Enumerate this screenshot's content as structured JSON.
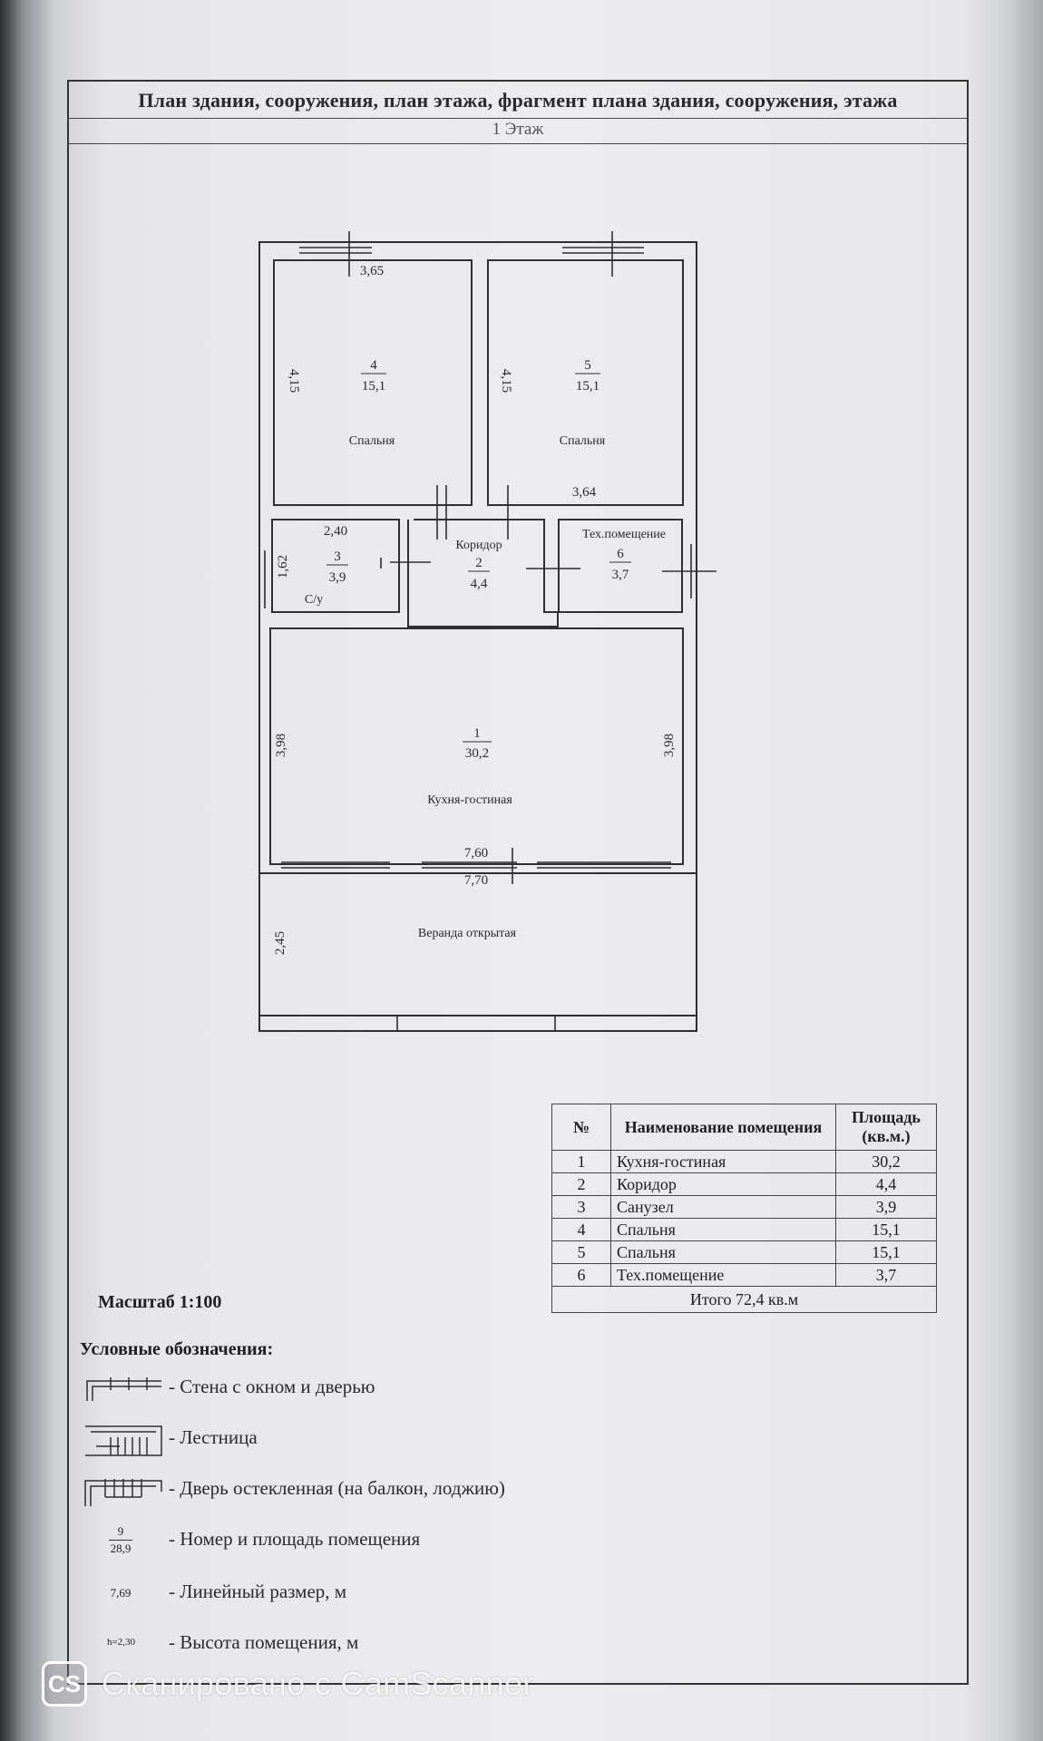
{
  "header": {
    "title": "План здания, сооружения, план этажа, фрагмент плана здания, сооружения, этажа",
    "subtitle": "1 Этаж"
  },
  "plan": {
    "rooms": [
      {
        "number": "4",
        "area": "15,1",
        "name": "Спальня"
      },
      {
        "number": "5",
        "area": "15,1",
        "name": "Спальня"
      },
      {
        "number": "3",
        "area": "3,9",
        "name": "С/у"
      },
      {
        "number": "2",
        "area": "4,4",
        "name": "Коридор"
      },
      {
        "number": "6",
        "area": "3,7",
        "name": "Тех.помещение"
      },
      {
        "number": "1",
        "area": "30,2",
        "name": "Кухня-гостиная"
      }
    ],
    "veranda": "Веранда открытая",
    "dimensions": {
      "bed4_width": "3,65",
      "bed4_height": "4,15",
      "bed5_height": "4,15",
      "bed5_width": "3,64",
      "wc_width": "2,40",
      "wc_height": "1,62",
      "living_left": "3,98",
      "living_right": "3,98",
      "living_width": "7,60",
      "outer_width": "7,70",
      "veranda_height": "2,45"
    }
  },
  "table": {
    "headers": {
      "num": "№",
      "name": "Наименование помещения",
      "area": "Площадь (кв.м.)"
    },
    "rows": [
      {
        "num": "1",
        "name": "Кухня-гостиная",
        "area": "30,2"
      },
      {
        "num": "2",
        "name": "Коридор",
        "area": "4,4"
      },
      {
        "num": "3",
        "name": "Санузел",
        "area": "3,9"
      },
      {
        "num": "4",
        "name": "Спальня",
        "area": "15,1"
      },
      {
        "num": "5",
        "name": "Спальня",
        "area": "15,1"
      },
      {
        "num": "6",
        "name": "Тех.помещение",
        "area": "3,7"
      }
    ],
    "total": "Итого 72,4 кв.м"
  },
  "legend": {
    "scale": "Масштаб 1:100",
    "title": "Условные обозначения:",
    "items": [
      {
        "text": "- Стена с окном и дверью",
        "icon": "wall-window-door-icon"
      },
      {
        "text": "- Лестница",
        "icon": "stairs-icon"
      },
      {
        "text": "- Дверь остекленная (на балкон, лоджию)",
        "icon": "glazed-door-icon"
      },
      {
        "text": "- Номер и площадь помещения",
        "num": "9",
        "area": "28,9"
      },
      {
        "text": "- Линейный размер, м",
        "value": "7,69"
      },
      {
        "text": "- Высота помещения, м",
        "value": "h=2,30"
      }
    ]
  },
  "watermark": {
    "logo": "CS",
    "text": "Сканировано с CamScanner"
  }
}
